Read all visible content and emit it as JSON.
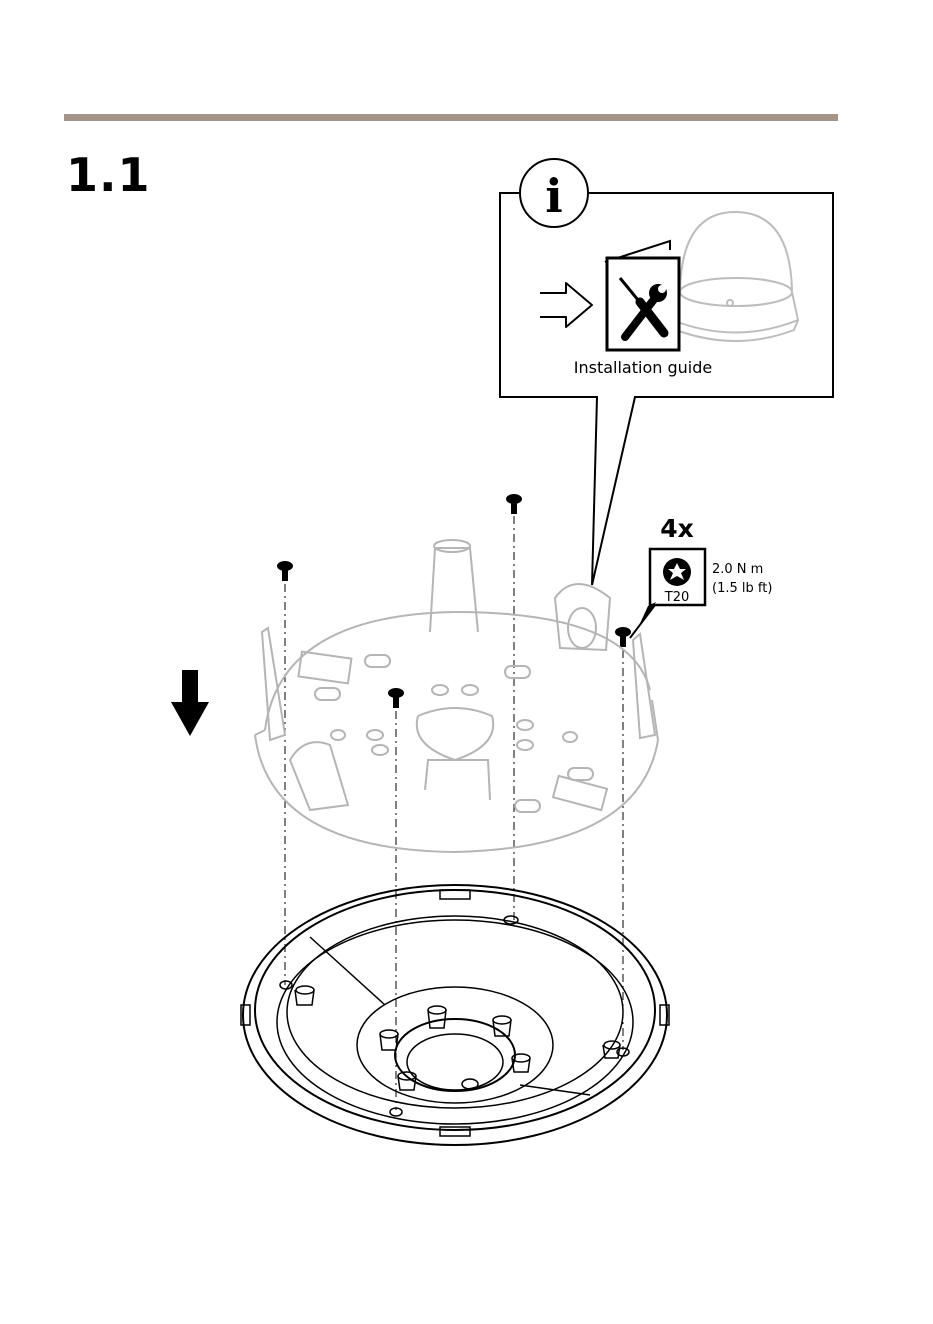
{
  "page": {
    "step_number": "1.1"
  },
  "callout": {
    "info_symbol": "i",
    "guide_label": "Installation guide",
    "icons": [
      "info-icon",
      "arrow-right-icon",
      "manual-tools-icon",
      "dome-camera-icon"
    ]
  },
  "fastener": {
    "quantity": "4x",
    "bit": "T20",
    "torque_metric": "2.0 N m",
    "torque_imperial": "(1.5 lb ft)",
    "icons": [
      "torx-bit-icon",
      "screw-icon"
    ]
  },
  "direction": {
    "icon": "arrow-down-icon"
  },
  "colors": {
    "rule": "#a39487",
    "line": "#000000",
    "faded": "#bdbdbd"
  }
}
